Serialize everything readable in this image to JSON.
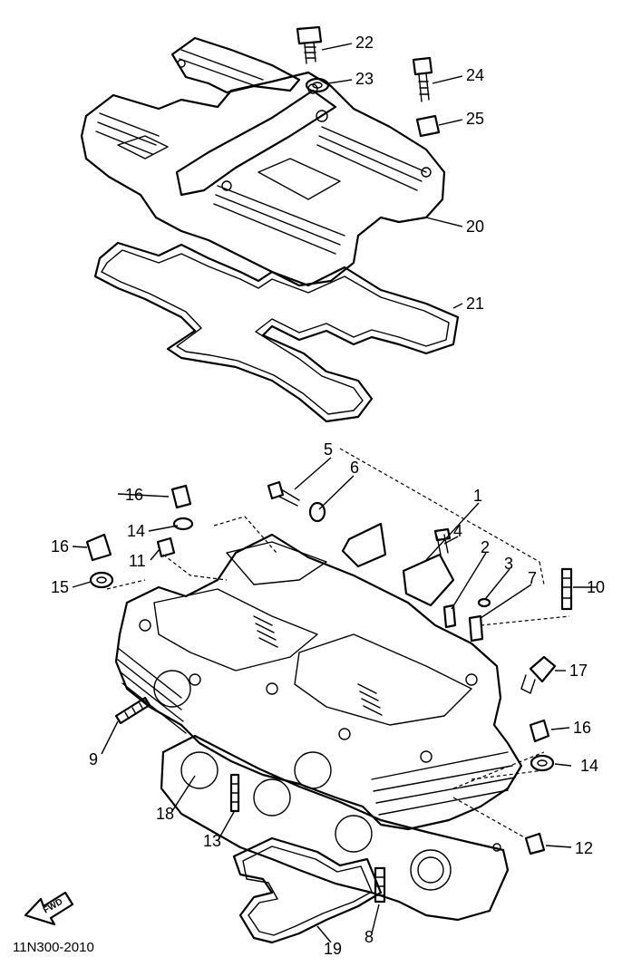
{
  "diagram_code": "11N300-2010",
  "fwd_label": "FWD",
  "callouts": {
    "c1": "1",
    "c2": "2",
    "c3": "3",
    "c4": "4",
    "c5": "5",
    "c6": "6",
    "c7": "7",
    "c8": "8",
    "c9": "9",
    "c10": "10",
    "c11": "11",
    "c12": "12",
    "c13": "13",
    "c14a": "14",
    "c14b": "14",
    "c15": "15",
    "c16a": "16",
    "c16b": "16",
    "c16c": "16",
    "c17": "17",
    "c18": "18",
    "c19": "19",
    "c20": "20",
    "c21": "21",
    "c22": "22",
    "c23": "23",
    "c24": "24",
    "c25": "25"
  },
  "colors": {
    "ink": "#000000",
    "paper": "#ffffff"
  }
}
